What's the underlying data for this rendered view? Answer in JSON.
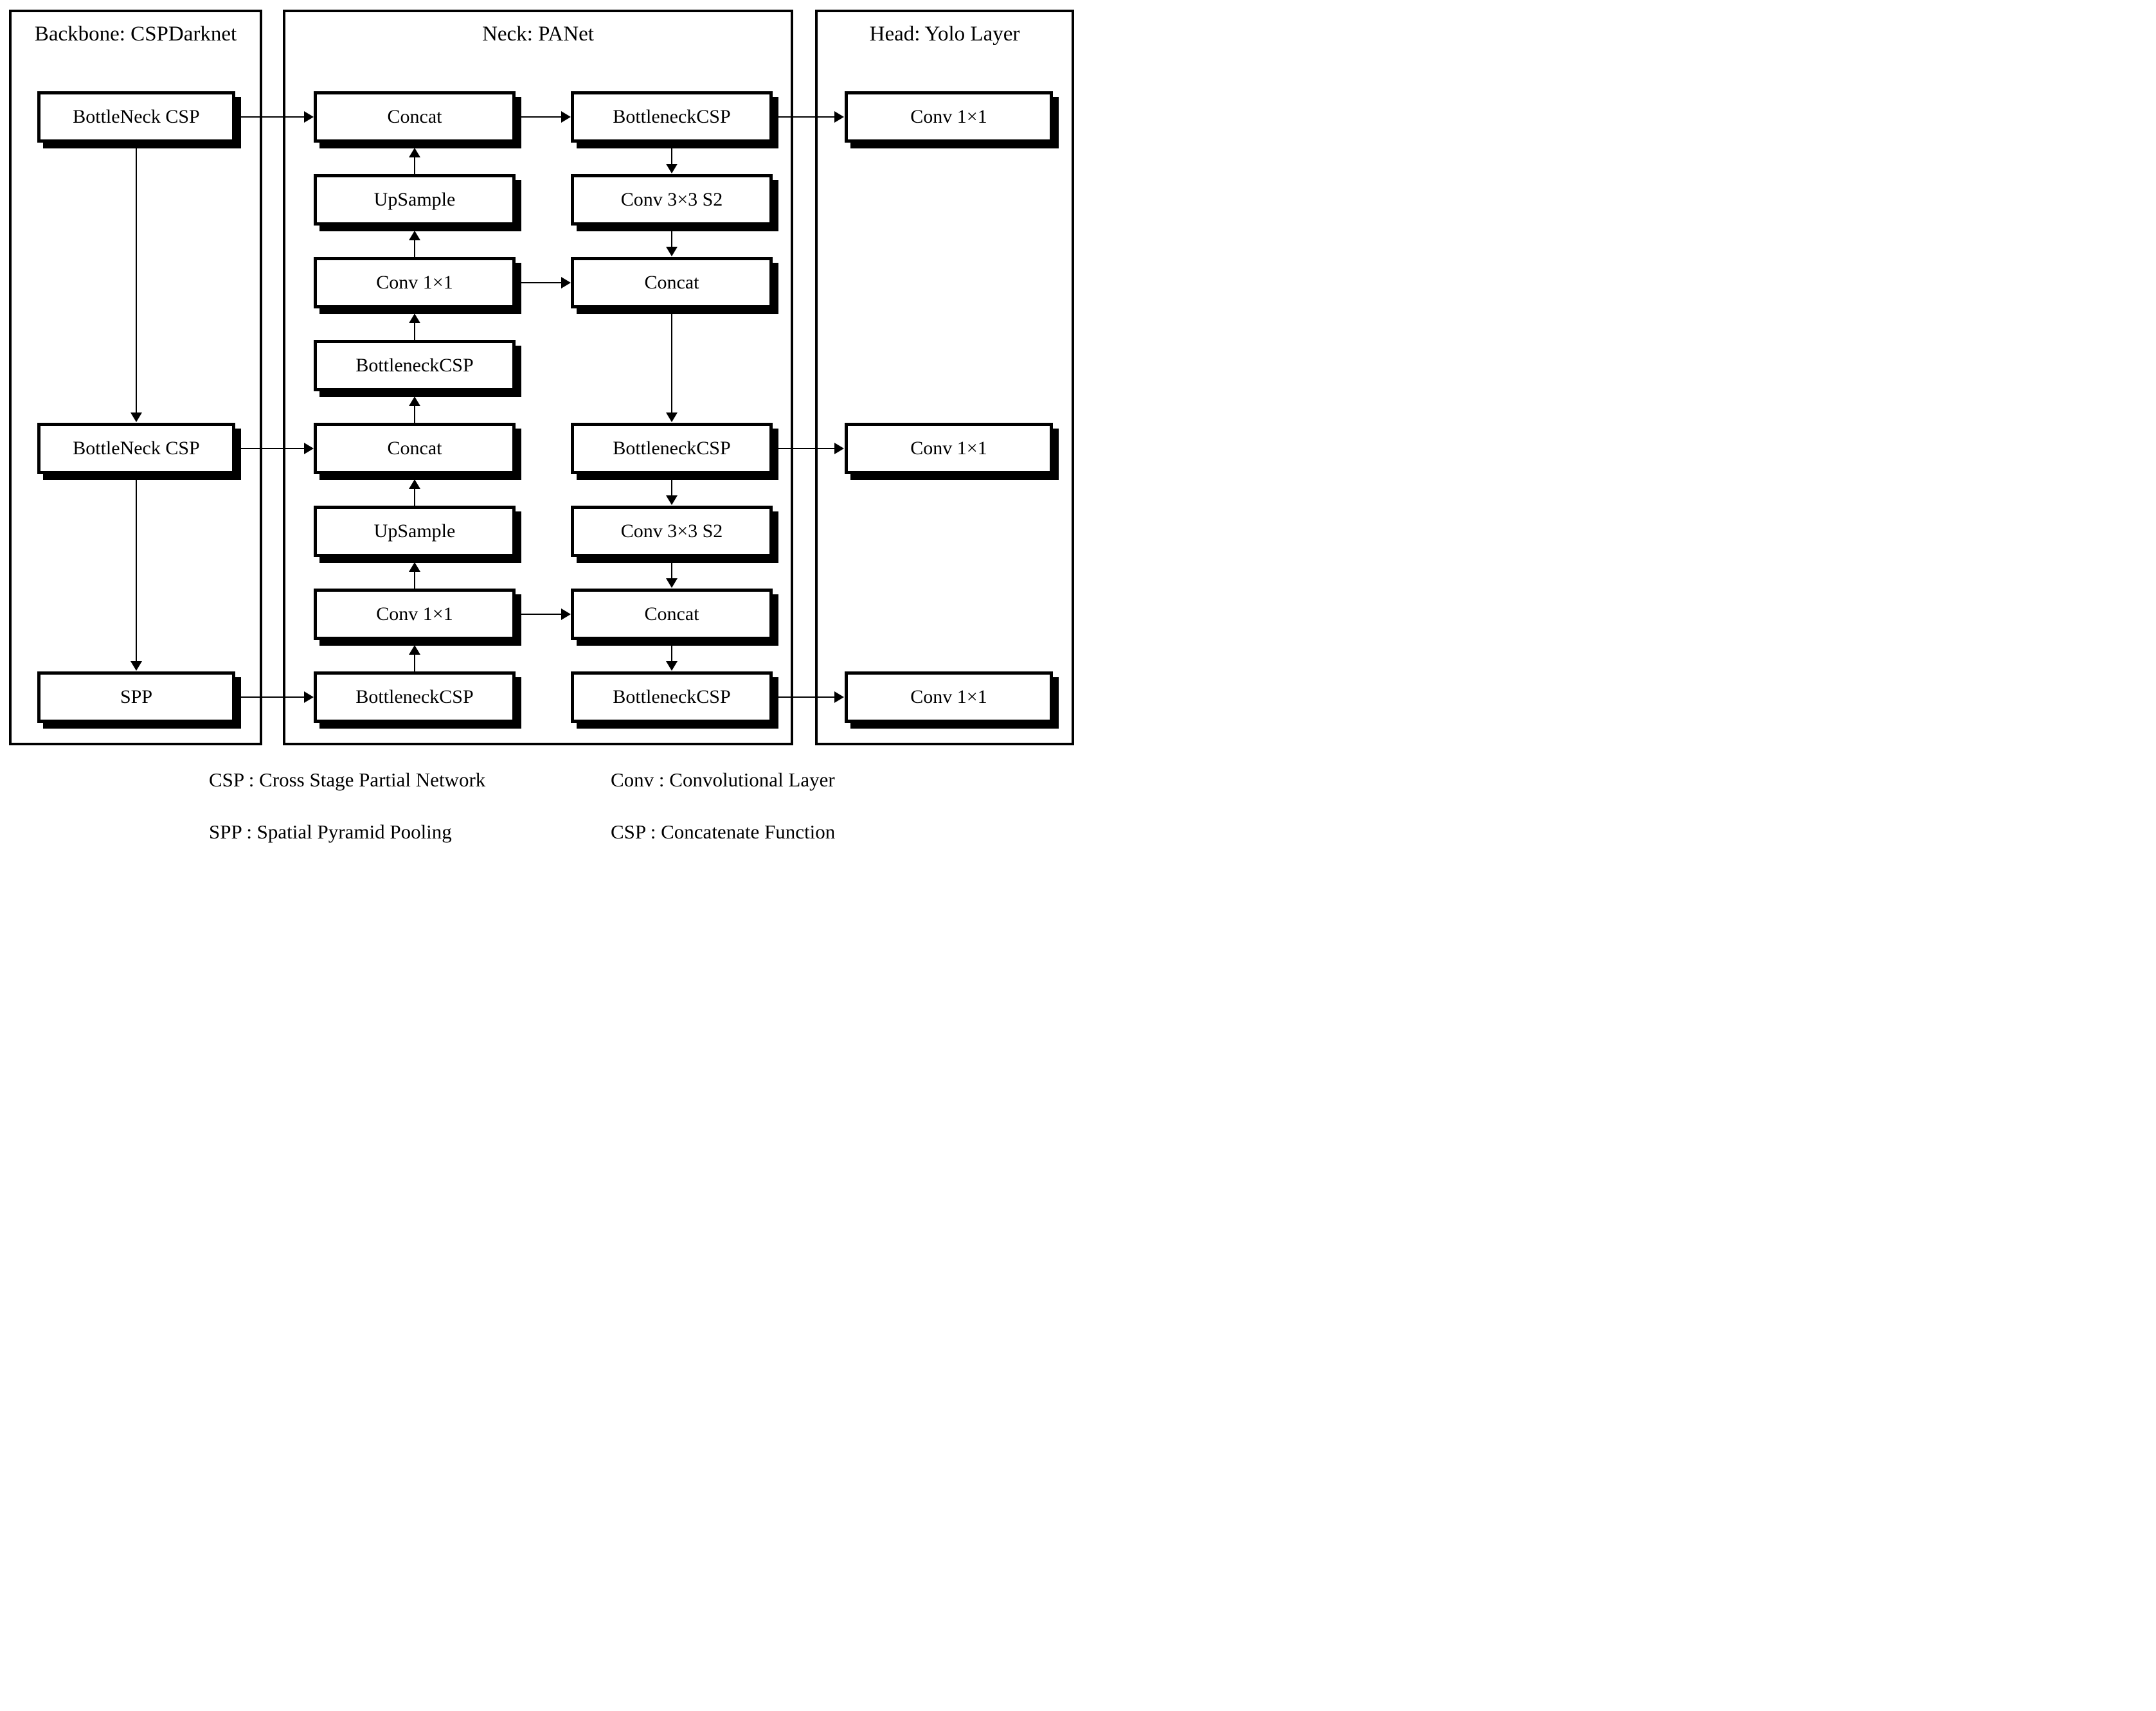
{
  "figure": {
    "panels": {
      "backbone": {
        "title": "Backbone: CSPDarknet",
        "boxes": [
          {
            "label": "BottleNeck CSP"
          },
          {
            "label": "BottleNeck CSP"
          },
          {
            "label": "SPP"
          }
        ]
      },
      "neck": {
        "title": "Neck: PANet",
        "left_column": [
          {
            "label": "Concat"
          },
          {
            "label": "UpSample"
          },
          {
            "label": "Conv 1×1"
          },
          {
            "label": "BottleneckCSP"
          },
          {
            "label": "Concat"
          },
          {
            "label": "UpSample"
          },
          {
            "label": "Conv 1×1"
          },
          {
            "label": "BottleneckCSP"
          }
        ],
        "right_column": [
          {
            "label": "BottleneckCSP"
          },
          {
            "label": "Conv 3×3 S2"
          },
          {
            "label": "Concat"
          },
          {
            "label": "BottleneckCSP"
          },
          {
            "label": "Conv 3×3 S2"
          },
          {
            "label": "Concat"
          },
          {
            "label": "BottleneckCSP"
          }
        ]
      },
      "head": {
        "title": "Head: Yolo Layer",
        "boxes": [
          {
            "label": "Conv 1×1"
          },
          {
            "label": "Conv 1×1"
          },
          {
            "label": "Conv 1×1"
          }
        ]
      }
    },
    "legend": {
      "items": [
        {
          "text": "CSP : Cross Stage Partial Network"
        },
        {
          "text": "SPP : Spatial Pyramid Pooling"
        },
        {
          "text": "Conv : Convolutional Layer"
        },
        {
          "text": "CSP : Concatenate Function"
        }
      ]
    },
    "colors": {
      "ink": "#000000",
      "paper": "#ffffff"
    }
  }
}
